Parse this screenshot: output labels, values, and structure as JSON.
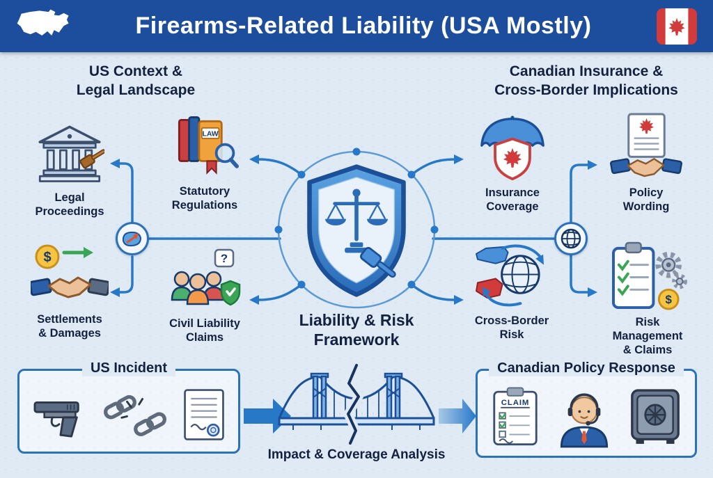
{
  "header": {
    "title": "Firearms-Related Liability (USA Mostly)"
  },
  "sections": {
    "us": {
      "title": "US Context &\nLegal Landscape",
      "items": [
        {
          "id": "legal-proceedings",
          "label": "Legal\nProceedings",
          "icon": "courthouse-gavel-icon"
        },
        {
          "id": "statutory-regulations",
          "label": "Statutory\nRegulations",
          "icon": "law-books-magnifier-icon"
        },
        {
          "id": "settlements-damages",
          "label": "Settlements\n& Damages",
          "icon": "handshake-money-icon"
        },
        {
          "id": "civil-liability-claims",
          "label": "Civil Liability\nClaims",
          "icon": "people-claims-icon"
        }
      ]
    },
    "canada": {
      "title": "Canadian Insurance &\nCross-Border Implications",
      "items": [
        {
          "id": "insurance-coverage",
          "label": "Insurance\nCoverage",
          "icon": "umbrella-maple-shield-icon"
        },
        {
          "id": "policy-wording",
          "label": "Policy\nWording",
          "icon": "document-handshake-icon"
        },
        {
          "id": "cross-border-risk",
          "label": "Cross-Border\nRisk",
          "icon": "maps-globe-arrows-icon"
        },
        {
          "id": "risk-management",
          "label": "Risk Management\n& Claims",
          "icon": "clipboard-gears-coin-icon"
        }
      ]
    }
  },
  "center": {
    "label": "Liability & Risk\nFramework",
    "icon": "shield-scales-gavel-icon"
  },
  "bottom": {
    "us_incident_title": "US Incident",
    "us_incident_icons": [
      "pistol-icon",
      "broken-chain-icon",
      "incident-report-icon"
    ],
    "analysis_label": "Impact & Coverage Analysis",
    "analysis_icon": "cracked-bridge-icon",
    "canadian_response_title": "Canadian Policy Response",
    "canadian_response_icons": [
      "claim-form-icon",
      "support-agent-icon",
      "safe-vault-icon"
    ]
  },
  "icon_text": {
    "law": "LAW",
    "claim": "CLAIM",
    "question": "?",
    "dollar": "$"
  },
  "colors": {
    "header_bg": "#1d4e9d",
    "body_bg": "#dfeaf5",
    "accent_blue": "#2878c8",
    "shield_blue": "#4a90d9",
    "text_dark": "#13213f",
    "canada_red": "#d23b3b",
    "success_green": "#3aa655",
    "coin_yellow": "#f5c542"
  }
}
